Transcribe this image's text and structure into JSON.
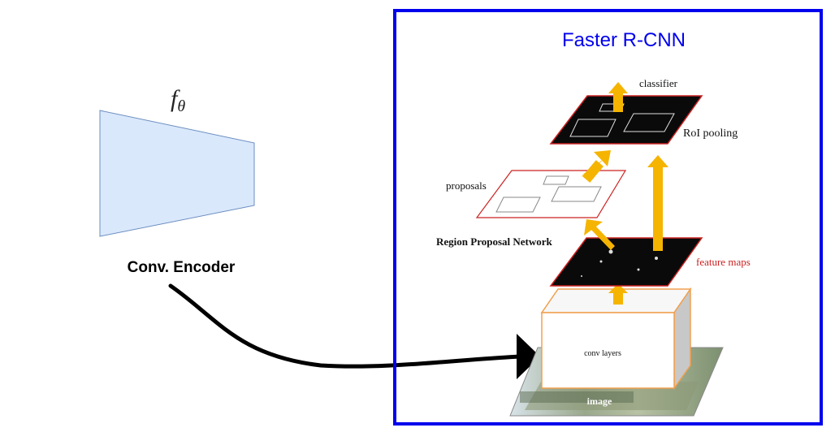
{
  "encoder": {
    "symbol": "f",
    "symbol_subscript": "θ",
    "label": "Conv. Encoder"
  },
  "faster_rcnn": {
    "title": "Faster R-CNN",
    "labels": {
      "classifier": "classifier",
      "roi_pooling": "RoI pooling",
      "proposals": "proposals",
      "rpn": "Region Proposal Network",
      "feature_maps": "feature maps",
      "conv_layers": "conv layers",
      "image": "image"
    }
  },
  "colors": {
    "encoder_fill": "#dae8fc",
    "encoder_stroke": "#6c8ebf",
    "box_stroke": "#0000ee",
    "title": "#0000ee",
    "arrow_orange": "#f5b400",
    "red_accent": "#cc2222",
    "cube_stroke": "#f0a050",
    "connector": "#000000"
  }
}
